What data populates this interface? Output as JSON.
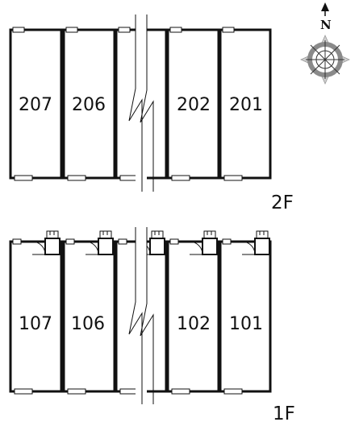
{
  "floors": [
    {
      "label": "2F",
      "units": [
        "207",
        "206",
        "202",
        "201"
      ]
    },
    {
      "label": "1F",
      "units": [
        "107",
        "106",
        "102",
        "101"
      ]
    }
  ],
  "compass": {
    "north_label": "N"
  },
  "colors": {
    "line": "#111111",
    "compass_ring": "#8a8a8a",
    "background": "#ffffff"
  }
}
